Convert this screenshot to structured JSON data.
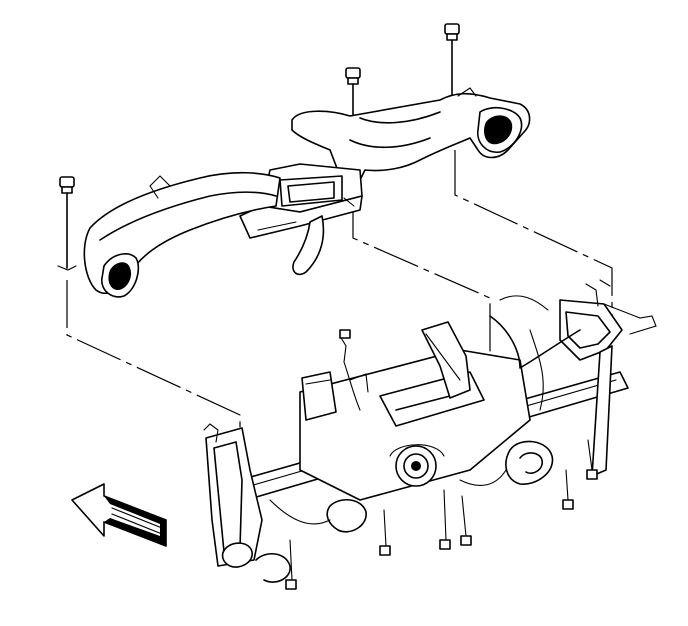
{
  "diagram": {
    "fasteners": [
      {
        "id": "left"
      },
      {
        "id": "center"
      },
      {
        "id": "right"
      }
    ],
    "assemblies": [
      "upper-air-duct",
      "instrument-panel-carrier"
    ],
    "direction_arrow": "front-of-vehicle"
  }
}
